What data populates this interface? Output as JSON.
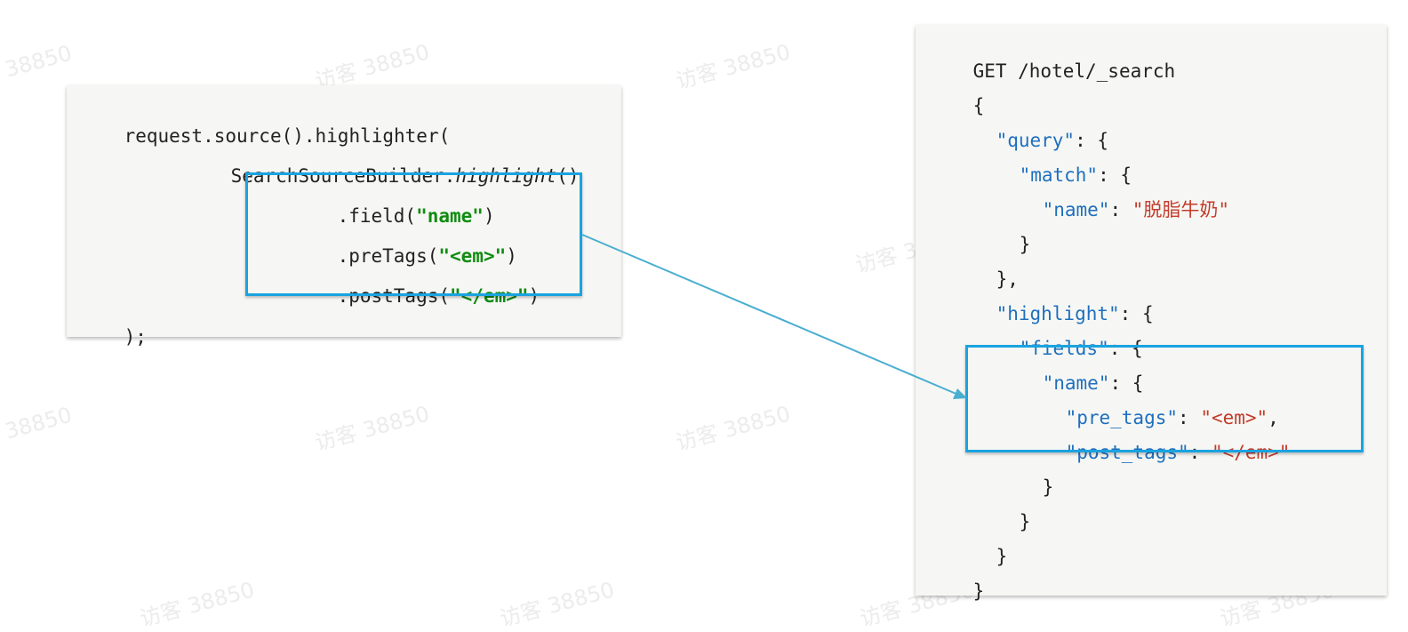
{
  "watermark_text": "访客 38850",
  "watermark_partial": "38850",
  "java_code": {
    "line1": "request.source().highlighter(",
    "line2_prefix": "SearchSourceBuilder.",
    "line2_method": "highlight",
    "line2_suffix": "()",
    "line3_prefix": ".field(",
    "line3_arg": "\"name\"",
    "line3_suffix": ")",
    "line4_prefix": ".preTags(",
    "line4_arg": "\"<em>\"",
    "line4_suffix": ")",
    "line5_prefix": ".postTags(",
    "line5_arg": "\"</em>\"",
    "line5_suffix": ")",
    "line6": ");"
  },
  "dsl_code": {
    "l1": "GET /hotel/_search",
    "l2": "{",
    "l3_key": "\"query\"",
    "l3_rest": ": {",
    "l4_key": "\"match\"",
    "l4_rest": ": {",
    "l5_key": "\"name\"",
    "l5_sep": ": ",
    "l5_val": "\"脱脂牛奶\"",
    "l6": "}",
    "l7": "},",
    "l8_key": "\"highlight\"",
    "l8_rest": ": {",
    "l9_key": "\"fields\"",
    "l9_rest": ": {",
    "l10_key": "\"name\"",
    "l10_rest": ": {",
    "l11_key": "\"pre_tags\"",
    "l11_sep": ": ",
    "l11_val": "\"<em>\"",
    "l11_end": ",",
    "l12_key": "\"post_tags\"",
    "l12_sep": ": ",
    "l12_val": "\"</em>\"",
    "l13": "}",
    "l14": "}",
    "l15": "}",
    "l16": "}"
  },
  "colors": {
    "highlight_box": "#1aa3e0",
    "arrow": "#4aaed0",
    "string_green": "#108c10",
    "json_key": "#1f6fbf",
    "json_string": "#c43b2b"
  }
}
